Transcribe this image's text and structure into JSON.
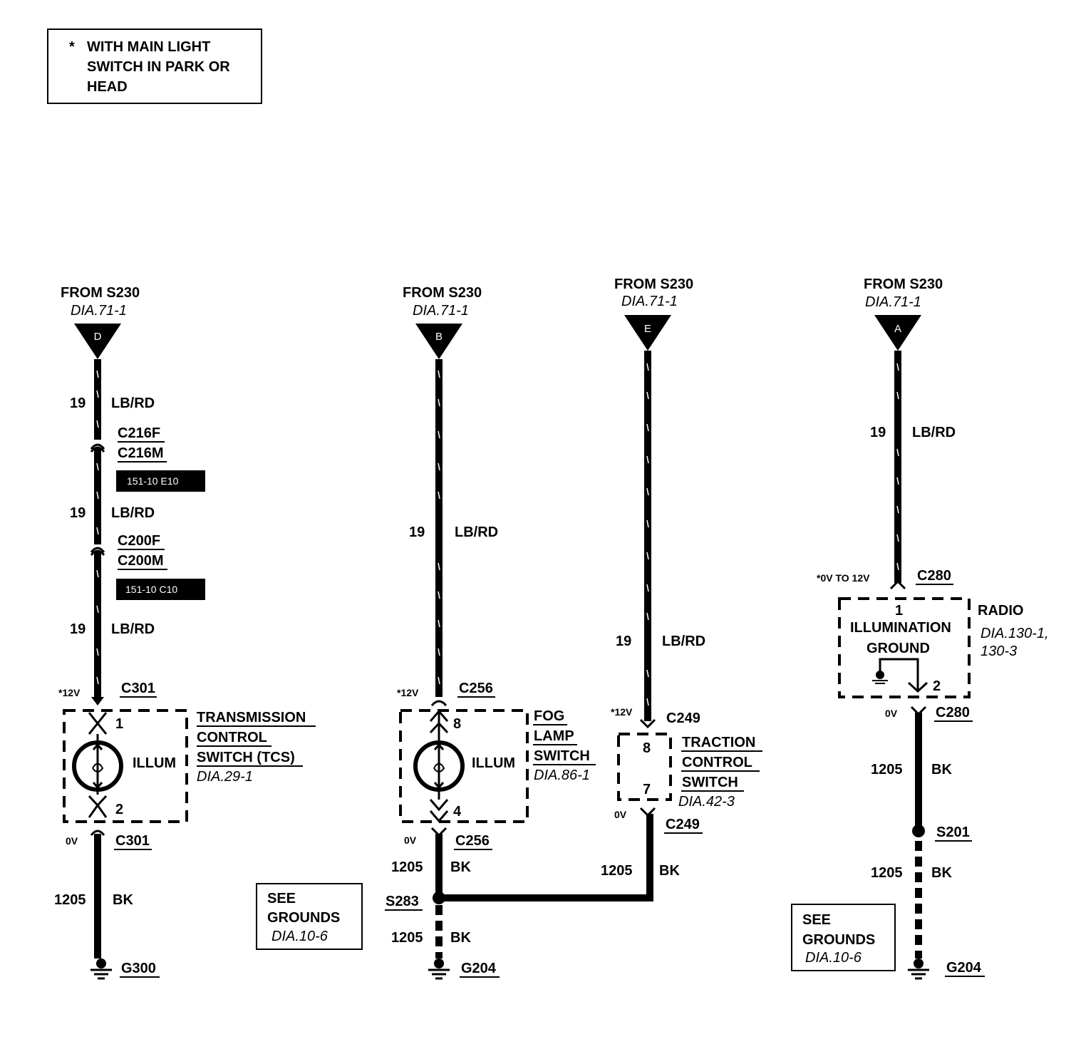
{
  "note": {
    "star": "*",
    "lines": [
      "WITH MAIN LIGHT",
      "SWITCH IN PARK OR",
      "HEAD"
    ]
  },
  "circuits": [
    {
      "from_label": "FROM S230",
      "from_ref": "DIA.71-1",
      "terminal": "D",
      "wires": [
        {
          "num": "19",
          "color": "LB/RD"
        },
        {
          "num": "19",
          "color": "LB/RD"
        },
        {
          "num": "19",
          "color": "LB/RD"
        }
      ],
      "inline_connectors": [
        {
          "female": "C216F",
          "male": "C216M",
          "ref": "151-10 E10"
        },
        {
          "female": "C200F",
          "male": "C200M",
          "ref": "151-10 C10"
        }
      ],
      "voltage_top": "*12V",
      "connector_top": "C301",
      "pin_top": "1",
      "pin_bottom": "2",
      "component_inner": "ILLUM",
      "component_name": [
        "TRANSMISSION",
        "CONTROL",
        "SWITCH (TCS)"
      ],
      "component_ref": "DIA.29-1",
      "voltage_bottom": "0V",
      "connector_bottom": "C301",
      "ground_wire": {
        "num": "1205",
        "color": "BK"
      },
      "ground": "G300",
      "see_grounds": {
        "line1": "SEE",
        "line2": "GROUNDS",
        "ref": "DIA.10-6"
      }
    },
    {
      "from_label": "FROM S230",
      "from_ref": "DIA.71-1",
      "terminal": "B",
      "wire": {
        "num": "19",
        "color": "LB/RD"
      },
      "voltage_top": "*12V",
      "connector_top": "C256",
      "pin_top": "8",
      "pin_bottom": "4",
      "component_inner": "ILLUM",
      "component_name": [
        "FOG",
        "LAMP",
        "SWITCH"
      ],
      "component_ref": "DIA.86-1",
      "voltage_bottom": "0V",
      "connector_bottom": "C256",
      "ground_wire": {
        "num": "1205",
        "color": "BK"
      },
      "splice": "S283",
      "ground_wire_2": {
        "num": "1205",
        "color": "BK"
      },
      "ground": "G204"
    },
    {
      "from_label": "FROM S230",
      "from_ref": "DIA.71-1",
      "terminal": "E",
      "wire": {
        "num": "19",
        "color": "LB/RD"
      },
      "voltage_top": "*12V",
      "connector_top": "C249",
      "pin_top": "8",
      "pin_bottom": "7",
      "component_name": [
        "TRACTION",
        "CONTROL",
        "SWITCH"
      ],
      "component_ref": "DIA.42-3",
      "voltage_bottom": "0V",
      "connector_bottom": "C249",
      "ground_wire": {
        "num": "1205",
        "color": "BK"
      }
    },
    {
      "from_label": "FROM S230",
      "from_ref": "DIA.71-1",
      "terminal": "A",
      "wire": {
        "num": "19",
        "color": "LB/RD"
      },
      "voltage_top": "*0V TO 12V",
      "connector_top": "C280",
      "pin_top": "1",
      "inner_lines": [
        "ILLUMINATION",
        "GROUND"
      ],
      "pin_bottom": "2",
      "component_name": "RADIO",
      "component_ref_lines": [
        "DIA.130-1,",
        "130-3"
      ],
      "voltage_bottom": "0V",
      "connector_bottom": "C280",
      "ground_wire": {
        "num": "1205",
        "color": "BK"
      },
      "splice": "S201",
      "ground_wire_2": {
        "num": "1205",
        "color": "BK"
      },
      "ground": "G204",
      "see_grounds": {
        "line1": "SEE",
        "line2": "GROUNDS",
        "ref": "DIA.10-6"
      }
    }
  ]
}
